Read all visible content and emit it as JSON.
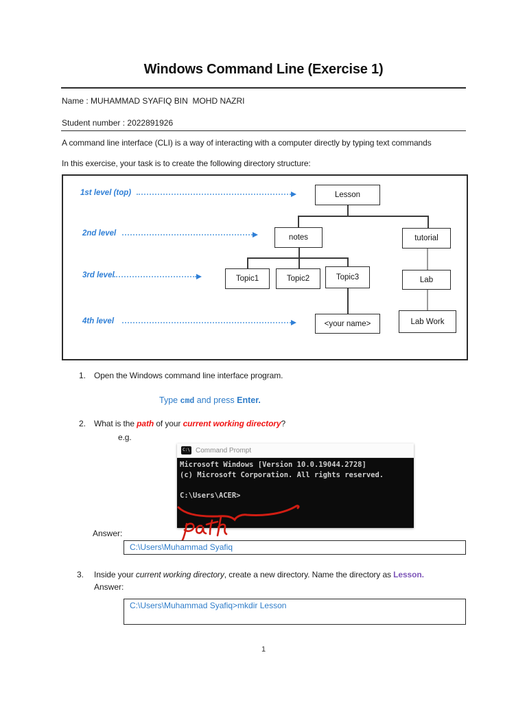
{
  "header": {
    "title": "Windows Command Line (Exercise 1)",
    "name_line": "Name : MUHAMMAD SYAFIQ BIN  MOHD NAZRI",
    "student_line": "Student number : 2022891926",
    "intro_line1": "A command line interface (CLI) is a way of interacting with a computer directly by typing text commands",
    "intro_line2": "In this exercise, your task is to create the following directory structure:"
  },
  "diagram": {
    "levels": [
      {
        "label": "1st level (top)"
      },
      {
        "label": "2nd level"
      },
      {
        "label": "3rd level"
      },
      {
        "label": "4th level"
      }
    ],
    "nodes": [
      {
        "label": "Lesson"
      },
      {
        "label": "notes"
      },
      {
        "label": "tutorial"
      },
      {
        "label": "Topic1"
      },
      {
        "label": "Topic2"
      },
      {
        "label": "Topic3"
      },
      {
        "label": "Lab"
      },
      {
        "label": "<your name>"
      },
      {
        "label": "Lab Work"
      }
    ]
  },
  "steps": {
    "step1": {
      "number": "1.",
      "text": "Open the Windows command line interface program.",
      "hint_pre": "Type ",
      "hint_cmd": "cmd",
      "hint_mid": " and press ",
      "hint_enter": "Enter."
    },
    "step2": {
      "number": "2.",
      "pre": "What is the ",
      "path_word": "path",
      "mid": " of your ",
      "cwd_word": "current working directory",
      "end": "?",
      "example_label": "e.g."
    },
    "step3": {
      "number": "3.",
      "pre": "Inside your ",
      "cwd_word": "current working directory",
      "mid": ", create a new directory. Name the directory as ",
      "dir_name": "Lesson."
    }
  },
  "cmd_window": {
    "icon_glyph": "C:\\",
    "title": "Command Prompt",
    "lines": [
      "Microsoft Windows [Version 10.0.19044.2728]",
      "(c) Microsoft Corporation. All rights reserved.",
      "",
      "C:\\Users\\ACER>"
    ],
    "annotation_word": "path"
  },
  "answers": {
    "label_q2": "Answer:",
    "q2_value": "C:\\Users\\Muhammad Syafiq",
    "label_q3": "Answer:",
    "q3_value": "C:\\Users\\Muhammad Syafiq>mkdir Lesson"
  },
  "page": {
    "number": "1"
  },
  "colors": {
    "accent_blue": "#2e7cc9",
    "level_blue": "#2f7fd6",
    "emphasis_red": "#f01414",
    "annotation_red": "#d11d13",
    "purple": "#7d55b8",
    "console_bg": "#0c0c0c"
  }
}
